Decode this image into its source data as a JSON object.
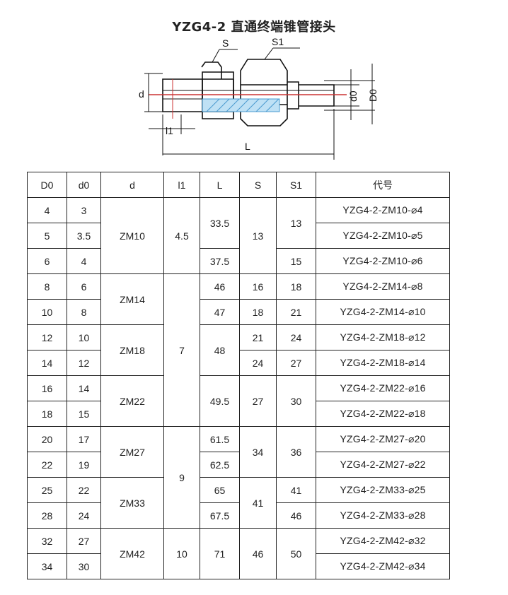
{
  "title": "YZG4-2 直通终端锥管接头",
  "drawing": {
    "labels": {
      "s": "S",
      "s1": "S1",
      "d": "d",
      "d0": "d0",
      "dd0": "D0",
      "l1": "l1",
      "L": "L"
    }
  },
  "table": {
    "headers": [
      "D0",
      "d0",
      "d",
      "l1",
      "L",
      "S",
      "S1",
      "代号"
    ],
    "cells": {
      "D0": [
        "4",
        "5",
        "6",
        "8",
        "10",
        "12",
        "14",
        "16",
        "18",
        "20",
        "22",
        "25",
        "28",
        "32",
        "34"
      ],
      "d0": [
        "3",
        "3.5",
        "4",
        "6",
        "8",
        "10",
        "12",
        "14",
        "15",
        "17",
        "19",
        "22",
        "24",
        "27",
        "30"
      ],
      "d": [
        "ZM10",
        "ZM14",
        "ZM18",
        "ZM22",
        "ZM27",
        "ZM33",
        "ZM42"
      ],
      "l1": [
        "4.5",
        "7",
        "9",
        "10"
      ],
      "L": [
        "33.5",
        "37.5",
        "46",
        "47",
        "48",
        "49.5",
        "61.5",
        "62.5",
        "65",
        "67.5",
        "71"
      ],
      "S": [
        "13",
        "16",
        "18",
        "21",
        "24",
        "27",
        "34",
        "41",
        "46"
      ],
      "S1": [
        "13",
        "15",
        "18",
        "21",
        "24",
        "27",
        "30",
        "36",
        "41",
        "46",
        "50"
      ],
      "code": [
        "YZG4-2-ZM10-⌀4",
        "YZG4-2-ZM10-⌀5",
        "YZG4-2-ZM10-⌀6",
        "YZG4-2-ZM14-⌀8",
        "YZG4-2-ZM14-⌀10",
        "YZG4-2-ZM18-⌀12",
        "YZG4-2-ZM18-⌀14",
        "YZG4-2-ZM22-⌀16",
        "YZG4-2-ZM22-⌀18",
        "YZG4-2-ZM27-⌀20",
        "YZG4-2-ZM27-⌀22",
        "YZG4-2-ZM33-⌀25",
        "YZG4-2-ZM33-⌀28",
        "YZG4-2-ZM42-⌀32",
        "YZG4-2-ZM42-⌀34"
      ]
    }
  }
}
